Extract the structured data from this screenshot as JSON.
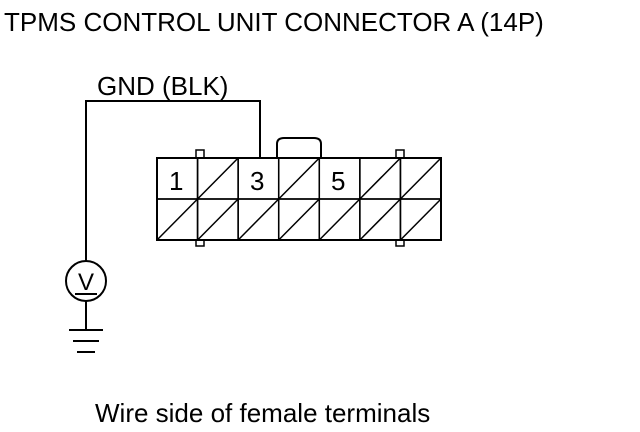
{
  "title": "TPMS CONTROL UNIT CONNECTOR A (14P)",
  "wire_label": "GND (BLK)",
  "caption": "Wire side of female terminals",
  "meter_symbol": "V",
  "icons": [
    "voltmeter-icon",
    "ground-icon"
  ],
  "connector": {
    "pin_count": 14,
    "columns": 7,
    "rows": 2,
    "labeled_pins": [
      {
        "row": 0,
        "col": 0,
        "label": "1"
      },
      {
        "row": 0,
        "col": 2,
        "label": "3"
      },
      {
        "row": 0,
        "col": 4,
        "label": "5"
      }
    ],
    "probed_pin": "3"
  }
}
